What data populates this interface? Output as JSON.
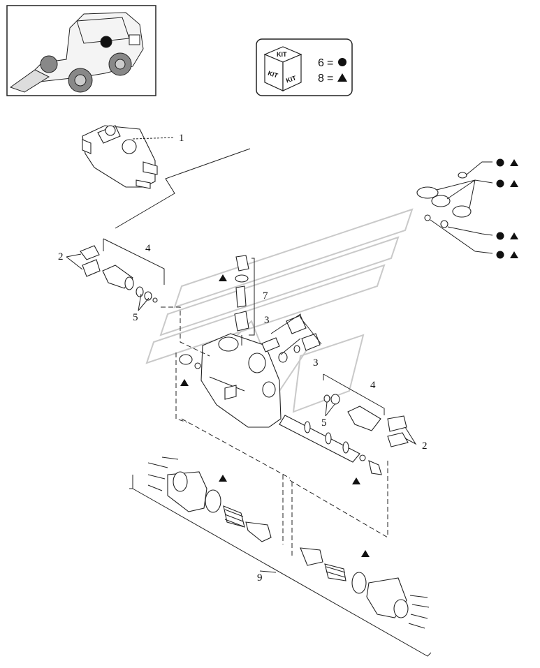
{
  "kit_legend": {
    "kit_label": "KIT",
    "row1": {
      "number": "6",
      "equals": "=",
      "symbol": "circle"
    },
    "row2": {
      "number": "8",
      "equals": "=",
      "symbol": "triangle"
    }
  },
  "callouts": [
    "1",
    "2",
    "2",
    "3",
    "3",
    "4",
    "4",
    "5",
    "5",
    "7",
    "9"
  ],
  "parts": {
    "p1": "1",
    "p2a": "2",
    "p2b": "2",
    "p3a": "3",
    "p3b": "3",
    "p4a": "4",
    "p4b": "4",
    "p5a": "5",
    "p5b": "5",
    "p7": "7",
    "p9": "9"
  },
  "colors": {
    "ink": "#222222",
    "watermark": "#c9c9c9",
    "background": "#ffffff"
  },
  "icons": [
    "tractor-thumbnail",
    "kit-box-icon",
    "circle-marker",
    "triangle-marker"
  ]
}
